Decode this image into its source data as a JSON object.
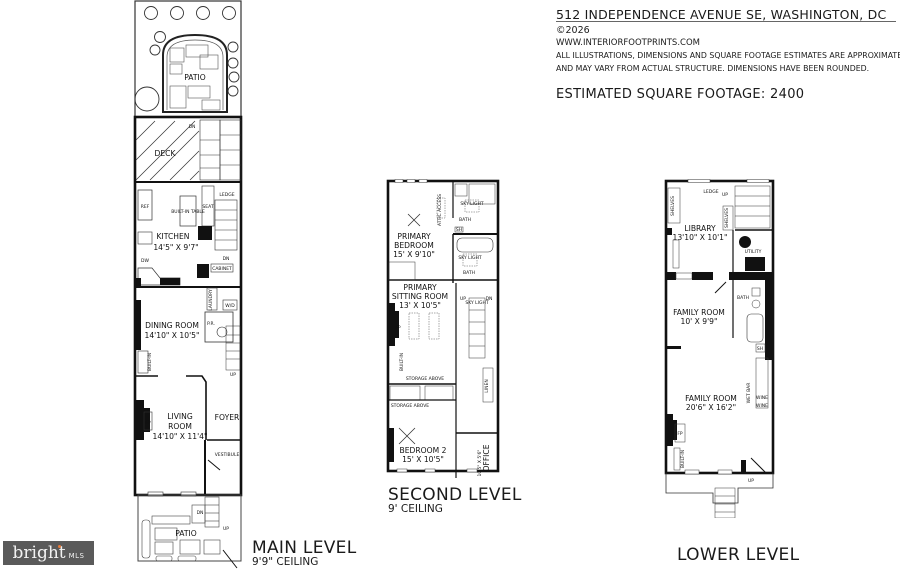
{
  "header": {
    "address": "512 INDEPENDENCE AVENUE SE, WASHINGTON, DC",
    "copyright": "©2026",
    "website": "WWW.INTERIORFOOTPRINTS.COM",
    "disclaimer_line1": "ALL ILLUSTRATIONS, DIMENSIONS AND SQUARE FOOTAGE ESTIMATES ARE APPROXIMATE",
    "disclaimer_line2": "AND MAY VARY FROM ACTUAL STRUCTURE. DIMENSIONS HAVE BEEN ROUNDED.",
    "square_footage": "ESTIMATED SQUARE FOOTAGE: 2400"
  },
  "levels": {
    "main": {
      "title": "MAIN LEVEL",
      "ceiling": "9'9\" CEILING",
      "rooms": {
        "patio_rear": "PATIO",
        "deck": "DECK",
        "kitchen": "KITCHEN",
        "kitchen_dim": "14'5\" X 9'7\"",
        "dining": "DINING ROOM",
        "dining_dim": "14'10\" X 10'5\"",
        "living": "LIVING",
        "living2": "ROOM",
        "living_dim": "14'10\" X 11'4\"",
        "foyer": "FOYER",
        "vestibule": "VESTIBULE",
        "patio_front": "PATIO",
        "laundry": "LAUNDRY",
        "wd": "W/D",
        "pr": "P.R.",
        "cabinet": "CABINET",
        "builtin_table": "BUILT-IN TABLE",
        "seat": "SEAT",
        "ledge": "LEDGE",
        "ref": "REF",
        "dw": "DW",
        "builtin": "BUILT-IN",
        "fp": "FP",
        "dn": "DN",
        "up": "UP"
      }
    },
    "second": {
      "title": "SECOND LEVEL",
      "ceiling": "9' CEILING",
      "rooms": {
        "primary_bed1": "PRIMARY",
        "primary_bed2": "BEDROOM",
        "primary_bed_dim": "15' X 9'10\"",
        "bath": "BATH",
        "skylight": "SKY LIGHT",
        "attic_access": "ATTIC ACCESS",
        "sh": "SH",
        "sitting1": "PRIMARY",
        "sitting2": "SITTING ROOM",
        "sitting_dim": "13' X 10'5\"",
        "storage_above": "STORAGE ABOVE",
        "bedroom2": "BEDROOM 2",
        "bedroom2_dim": "15' X 10'5\"",
        "office": "OFFICE",
        "office_dim": "10'5\" X 5'6\"",
        "linen": "LINEN",
        "builtin": "BUILT-IN",
        "fp": "FP",
        "up": "UP",
        "dn": "DN"
      }
    },
    "lower": {
      "title": "LOWER LEVEL",
      "rooms": {
        "library": "LIBRARY",
        "library_dim": "13'10\" X 10'1\"",
        "utility": "UTILITY",
        "shelves": "SHELVES",
        "ledge": "LEDGE",
        "family1": "FAMILY ROOM",
        "family1_dim": "10' X 9'9\"",
        "bath": "BATH",
        "sh": "SH",
        "wet_bar": "WET BAR",
        "wine": "WINE",
        "family2": "FAMILY ROOM",
        "family2_dim": "20'6\" X 16'2\"",
        "fp": "FP",
        "builtin": "BUILT-IN",
        "up": "UP"
      }
    }
  },
  "watermark": {
    "brand": "bright",
    "suffix": "MLS"
  }
}
